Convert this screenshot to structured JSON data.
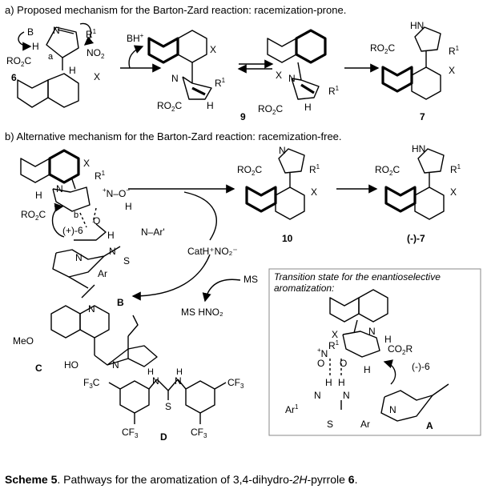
{
  "section_a": {
    "title": "a) Proposed mechanism for the Barton-Zard reaction: racemization-prone."
  },
  "section_b": {
    "title": "b) Alternative mechanism for the Barton-Zard reaction: racemization-free."
  },
  "compounds": {
    "c6": "6",
    "c9": "9",
    "c7": "7",
    "c10": "10",
    "cminus7": "(-)-7",
    "plus6": "(+)-6",
    "B": "B",
    "C": "C",
    "D": "D",
    "A": "A",
    "minus6": "(-)-6"
  },
  "atoms": {
    "B": "B",
    "H": "H",
    "N": "N",
    "HN": "HN",
    "R1": "R",
    "sup1": "1",
    "NO2": "NO",
    "sub2": "2",
    "RO2C": "RO",
    "C": "C",
    "X": "X",
    "a": "a",
    "b": "b",
    "BH": "BH",
    "plus": "+",
    "minus": "−",
    "O": "O",
    "NAr2": "N–Ar'",
    "S": "S",
    "Ar": "Ar",
    "MeO": "MeO",
    "HO": "HO",
    "F3C": "F",
    "CF3": "CF",
    "Ar1": "Ar",
    "CO2R": "CO",
    "R": "R"
  },
  "reagents": {
    "cat": "CatH⁺NO₂⁻",
    "ms": "MS",
    "mshno2": "MS HNO₂"
  },
  "ts_box": {
    "title_line1": "Transition state for the enantioselective",
    "title_line2": "aromatization:"
  },
  "caption": {
    "bold": "Scheme 5",
    "text1": ". Pathways for the aromatization of 3,4-dihydro-",
    "italic": "2H",
    "text2": "-pyrrole ",
    "bold2": "6",
    "end": "."
  }
}
